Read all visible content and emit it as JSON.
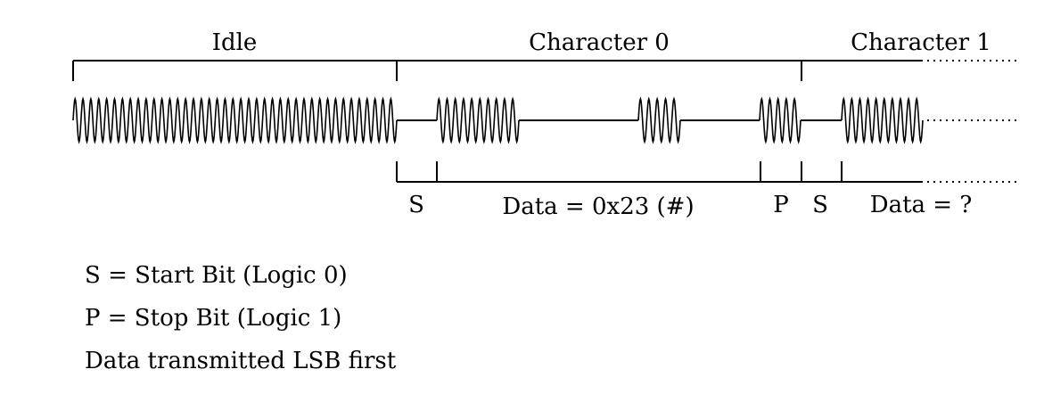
{
  "top_labels": {
    "idle": "Idle",
    "character_0": "Character 0",
    "character_1": "Character 1"
  },
  "bottom_labels": {
    "start_0": "S",
    "data_0": "Data = 0x23 (#)",
    "stop_0": "P",
    "start_1": "S",
    "data_1": "Data = ?"
  },
  "legend": {
    "start_bit": "S = Start Bit (Logic 0)",
    "stop_bit": "P = Stop Bit (Logic 1)",
    "lsb_note": "Data transmitted LSB first"
  }
}
